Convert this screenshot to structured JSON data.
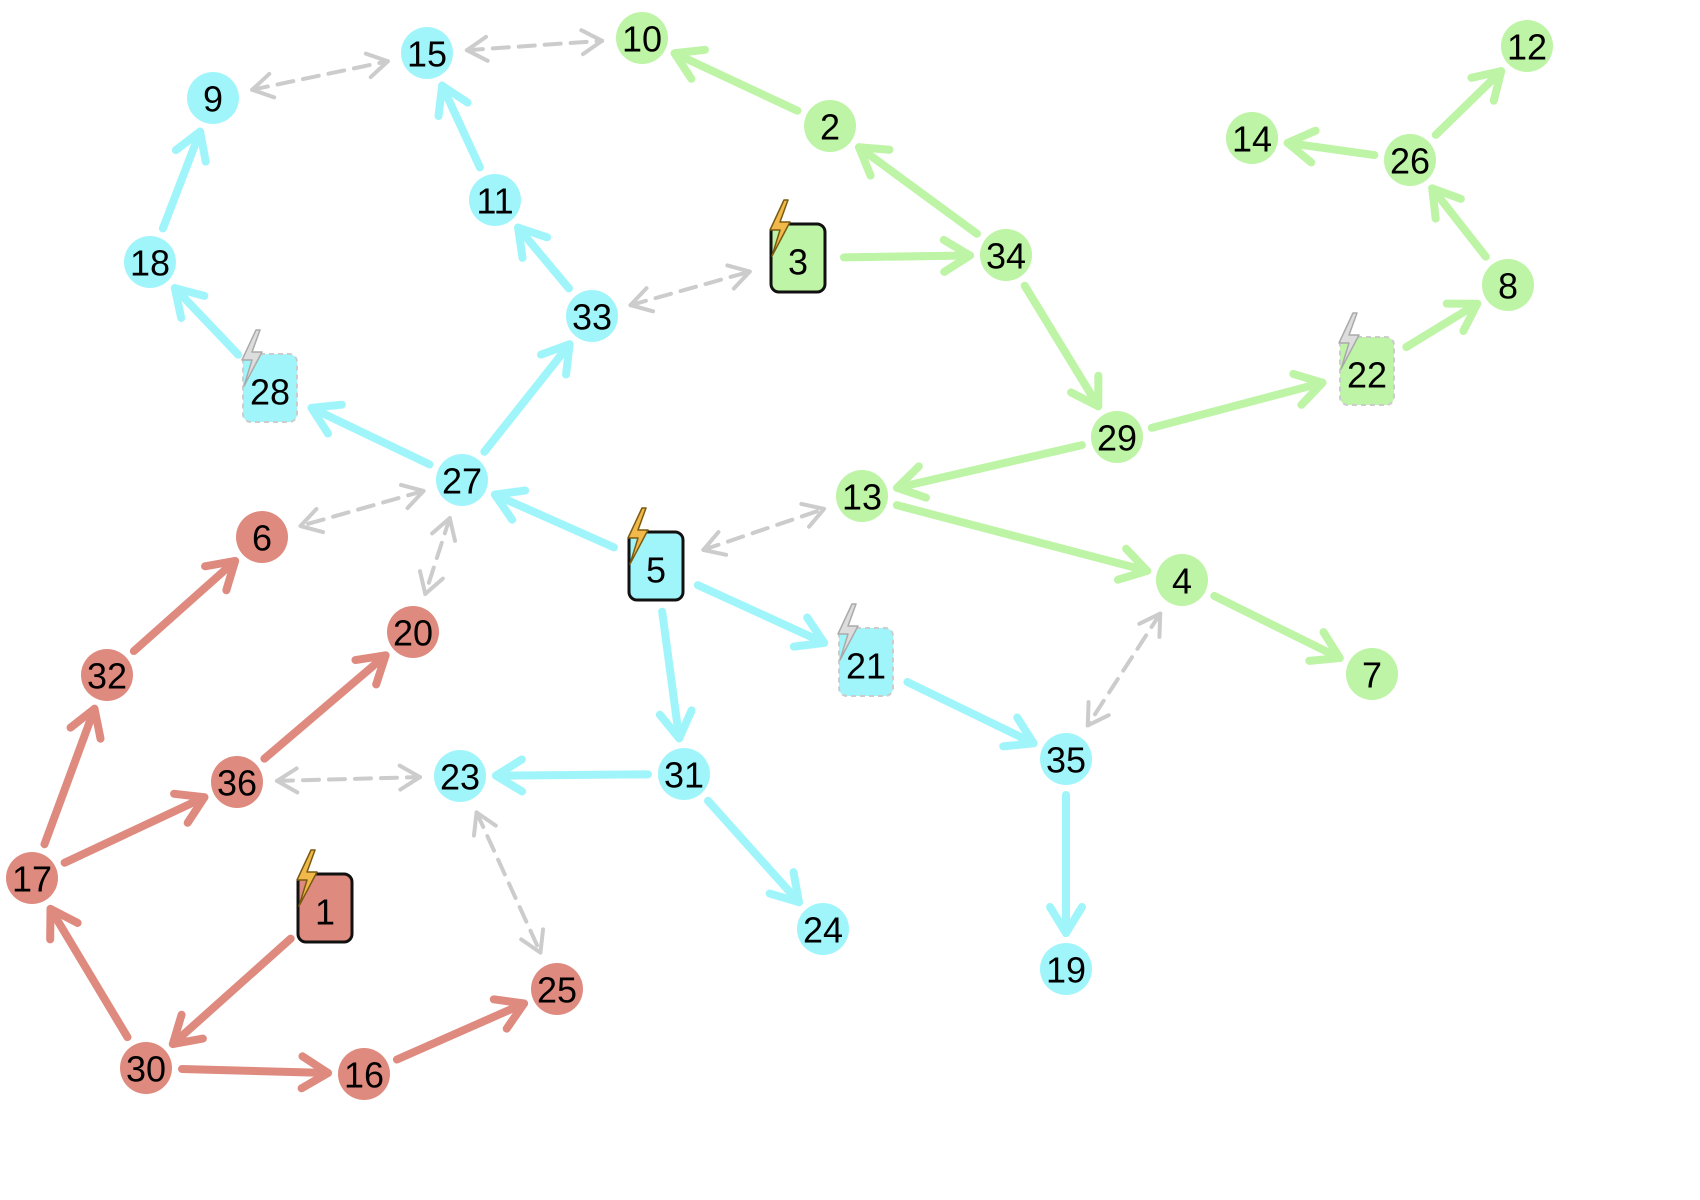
{
  "colors": {
    "salmon": "#df8a7f",
    "cyan": "#a0f5fb",
    "green": "#bdf4a5",
    "dashed": "#cccccc",
    "lightning_active": "#f1b84a",
    "lightning_inactive": "#dddddd"
  },
  "nodes": [
    {
      "id": "1",
      "label": "1",
      "group": "salmon",
      "shape": "box",
      "state": "active"
    },
    {
      "id": "2",
      "label": "2",
      "group": "green"
    },
    {
      "id": "3",
      "label": "3",
      "group": "green",
      "shape": "box",
      "state": "active"
    },
    {
      "id": "4",
      "label": "4",
      "group": "green"
    },
    {
      "id": "5",
      "label": "5",
      "group": "cyan",
      "shape": "box",
      "state": "active"
    },
    {
      "id": "6",
      "label": "6",
      "group": "salmon"
    },
    {
      "id": "7",
      "label": "7",
      "group": "green"
    },
    {
      "id": "8",
      "label": "8",
      "group": "green"
    },
    {
      "id": "9",
      "label": "9",
      "group": "cyan"
    },
    {
      "id": "10",
      "label": "10",
      "group": "green"
    },
    {
      "id": "11",
      "label": "11",
      "group": "cyan"
    },
    {
      "id": "12",
      "label": "12",
      "group": "green"
    },
    {
      "id": "13",
      "label": "13",
      "group": "green"
    },
    {
      "id": "14",
      "label": "14",
      "group": "green"
    },
    {
      "id": "15",
      "label": "15",
      "group": "cyan"
    },
    {
      "id": "16",
      "label": "16",
      "group": "salmon"
    },
    {
      "id": "17",
      "label": "17",
      "group": "salmon"
    },
    {
      "id": "18",
      "label": "18",
      "group": "cyan"
    },
    {
      "id": "19",
      "label": "19",
      "group": "cyan"
    },
    {
      "id": "20",
      "label": "20",
      "group": "salmon"
    },
    {
      "id": "21",
      "label": "21",
      "group": "cyan",
      "shape": "box",
      "state": "inactive"
    },
    {
      "id": "22",
      "label": "22",
      "group": "green",
      "shape": "box",
      "state": "inactive"
    },
    {
      "id": "23",
      "label": "23",
      "group": "cyan"
    },
    {
      "id": "24",
      "label": "24",
      "group": "cyan"
    },
    {
      "id": "25",
      "label": "25",
      "group": "salmon"
    },
    {
      "id": "26",
      "label": "26",
      "group": "green"
    },
    {
      "id": "27",
      "label": "27",
      "group": "cyan"
    },
    {
      "id": "28",
      "label": "28",
      "group": "cyan",
      "shape": "box",
      "state": "inactive"
    },
    {
      "id": "29",
      "label": "29",
      "group": "green"
    },
    {
      "id": "30",
      "label": "30",
      "group": "salmon"
    },
    {
      "id": "31",
      "label": "31",
      "group": "cyan"
    },
    {
      "id": "32",
      "label": "32",
      "group": "salmon"
    },
    {
      "id": "33",
      "label": "33",
      "group": "cyan"
    },
    {
      "id": "34",
      "label": "34",
      "group": "green"
    },
    {
      "id": "35",
      "label": "35",
      "group": "cyan"
    },
    {
      "id": "36",
      "label": "36",
      "group": "salmon"
    }
  ],
  "edges": [
    {
      "from": "1",
      "to": "30",
      "color": "salmon"
    },
    {
      "from": "30",
      "to": "17",
      "color": "salmon"
    },
    {
      "from": "30",
      "to": "16",
      "color": "salmon"
    },
    {
      "from": "16",
      "to": "25",
      "color": "salmon"
    },
    {
      "from": "17",
      "to": "32",
      "color": "salmon"
    },
    {
      "from": "17",
      "to": "36",
      "color": "salmon"
    },
    {
      "from": "32",
      "to": "6",
      "color": "salmon"
    },
    {
      "from": "36",
      "to": "20",
      "color": "salmon"
    },
    {
      "from": "5",
      "to": "27",
      "color": "cyan"
    },
    {
      "from": "5",
      "to": "31",
      "color": "cyan"
    },
    {
      "from": "5",
      "to": "21",
      "color": "cyan"
    },
    {
      "from": "27",
      "to": "28",
      "color": "cyan"
    },
    {
      "from": "27",
      "to": "33",
      "color": "cyan"
    },
    {
      "from": "28",
      "to": "18",
      "color": "cyan"
    },
    {
      "from": "18",
      "to": "9",
      "color": "cyan"
    },
    {
      "from": "33",
      "to": "11",
      "color": "cyan"
    },
    {
      "from": "11",
      "to": "15",
      "color": "cyan"
    },
    {
      "from": "31",
      "to": "23",
      "color": "cyan"
    },
    {
      "from": "31",
      "to": "24",
      "color": "cyan"
    },
    {
      "from": "21",
      "to": "35",
      "color": "cyan"
    },
    {
      "from": "35",
      "to": "19",
      "color": "cyan"
    },
    {
      "from": "3",
      "to": "34",
      "color": "green"
    },
    {
      "from": "34",
      "to": "2",
      "color": "green"
    },
    {
      "from": "2",
      "to": "10",
      "color": "green"
    },
    {
      "from": "34",
      "to": "29",
      "color": "green"
    },
    {
      "from": "29",
      "to": "13",
      "color": "green"
    },
    {
      "from": "29",
      "to": "22",
      "color": "green"
    },
    {
      "from": "22",
      "to": "8",
      "color": "green"
    },
    {
      "from": "8",
      "to": "26",
      "color": "green"
    },
    {
      "from": "26",
      "to": "14",
      "color": "green"
    },
    {
      "from": "26",
      "to": "12",
      "color": "green"
    },
    {
      "from": "13",
      "to": "4",
      "color": "green"
    },
    {
      "from": "4",
      "to": "7",
      "color": "green"
    },
    {
      "from": "15",
      "to": "10",
      "style": "dashed",
      "bidirectional": true
    },
    {
      "from": "9",
      "to": "15",
      "style": "dashed",
      "bidirectional": true
    },
    {
      "from": "33",
      "to": "3",
      "style": "dashed",
      "bidirectional": true
    },
    {
      "from": "27",
      "to": "6",
      "style": "dashed",
      "bidirectional": true
    },
    {
      "from": "27",
      "to": "20",
      "style": "dashed",
      "bidirectional": true
    },
    {
      "from": "5",
      "to": "13",
      "style": "dashed",
      "bidirectional": true
    },
    {
      "from": "4",
      "to": "35",
      "style": "dashed",
      "bidirectional": true
    },
    {
      "from": "36",
      "to": "23",
      "style": "dashed",
      "bidirectional": true
    },
    {
      "from": "23",
      "to": "25",
      "style": "dashed",
      "bidirectional": true
    }
  ]
}
